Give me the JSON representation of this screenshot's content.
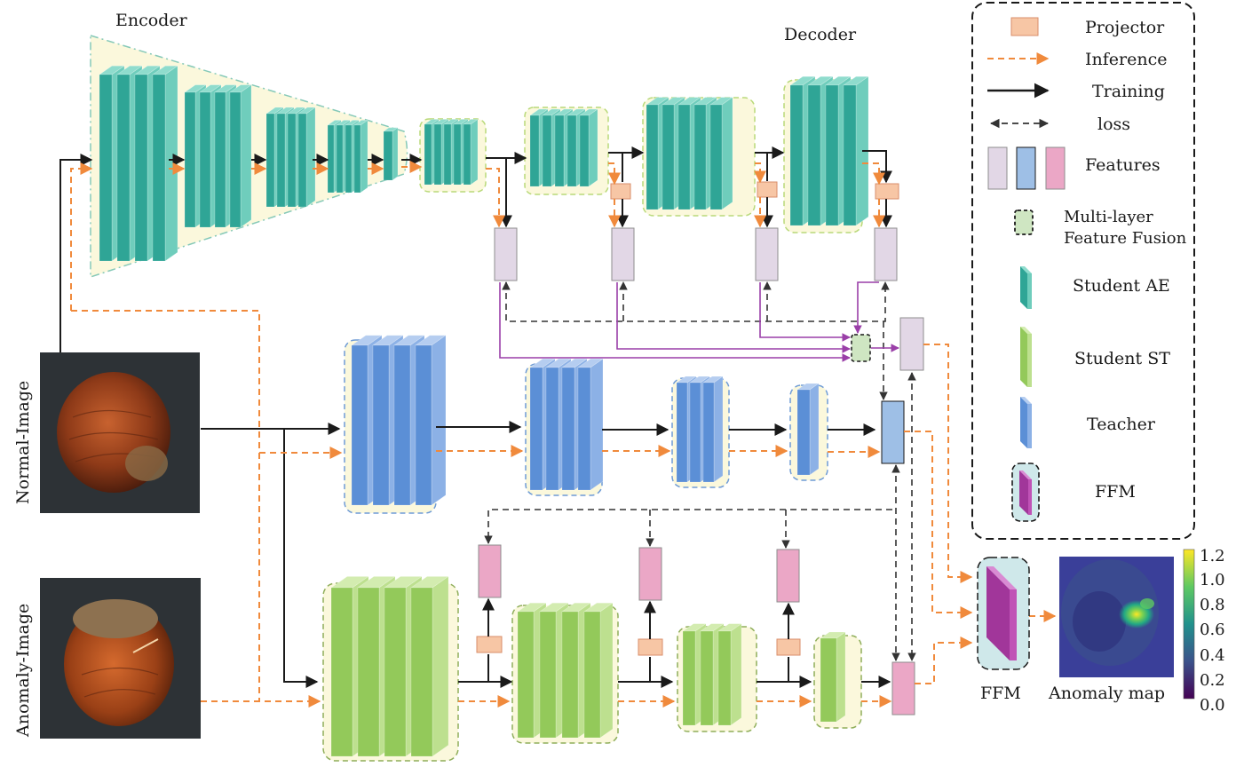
{
  "labels": {
    "encoder": "Encoder",
    "decoder": "Decoder",
    "normal_image": "Normal-Image",
    "anomaly_image": "Anomaly-Image",
    "ffm": "FFM",
    "anomaly_map": "Anomaly map"
  },
  "legend": {
    "projector": "Projector",
    "inference": "Inference",
    "training": "Training",
    "loss": "loss",
    "features": "Features",
    "fusion_line1": "Multi-layer",
    "fusion_line2": "Feature Fusion",
    "student_ae": "Student AE",
    "student_st": "Student ST",
    "teacher": "Teacher",
    "ffm": "FFM"
  },
  "colorbar": {
    "ticks": [
      "1.2",
      "1.0",
      "0.8",
      "0.6",
      "0.4",
      "0.2",
      "0.0"
    ]
  },
  "colors": {
    "student_ae": "#2fa596",
    "student_ae_light": "#8fdccd",
    "teacher": "#5b8fd6",
    "teacher_light": "#b5cdf0",
    "student_st": "#93c95a",
    "student_st_light": "#d3ecb0",
    "ffm": "#a1369a",
    "projector": "#f7c6a5",
    "feature_pink": "#eba7c6",
    "feature_lavender": "#e2d7e6",
    "feature_blue": "#9ebfe6",
    "fusion": "#cfe6c2",
    "inference": "#f08a3c",
    "training": "#1a1a1a",
    "fusion_link": "#9a3fa8",
    "panel": "#fbf8dc"
  }
}
